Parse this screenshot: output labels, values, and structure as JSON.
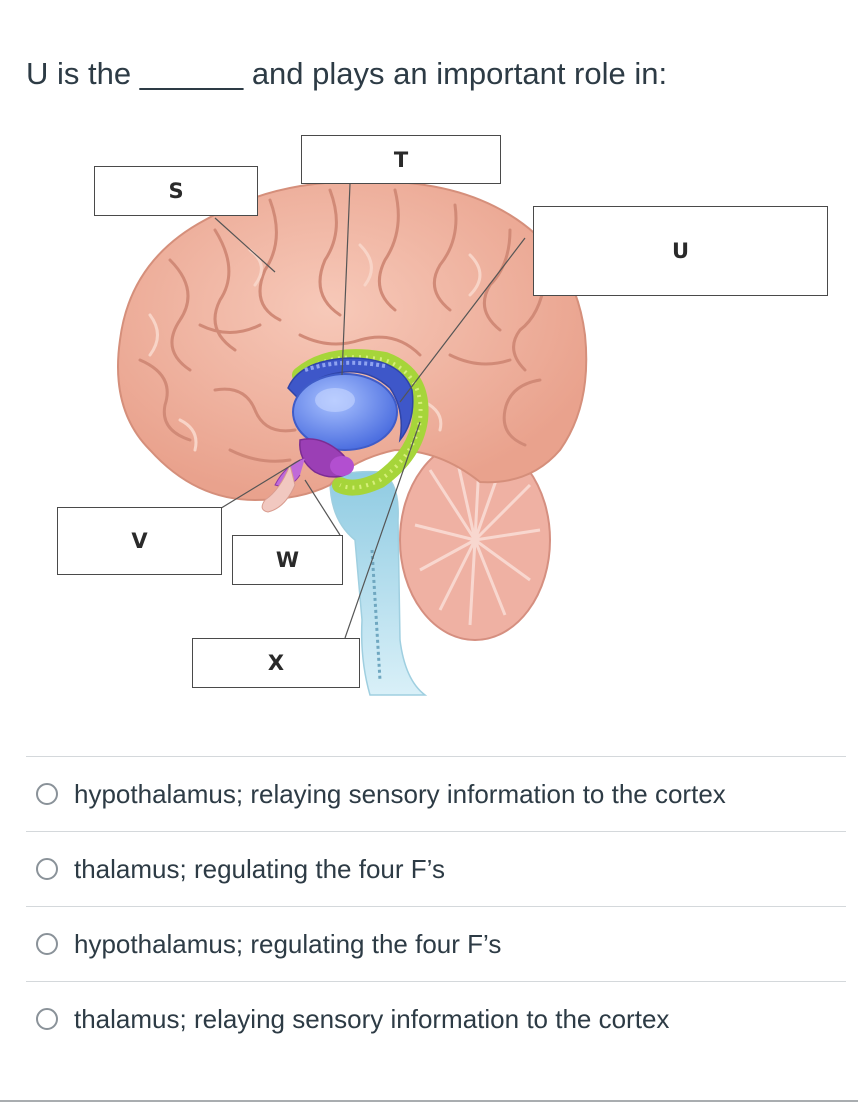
{
  "question": {
    "before": "U is the",
    "blank": "______",
    "after": "and plays an important role in:"
  },
  "diagram": {
    "labels": {
      "S": "S",
      "T": "T",
      "U": "U",
      "V": "V",
      "W": "W",
      "X": "X"
    },
    "colors": {
      "cortex": "#f2b6a3",
      "cortex_fold": "#d98c78",
      "corpus_callosum": "#4a63d9",
      "thalamus": "#6d8ff0",
      "limbic": "#a4d13a",
      "hypothalamus": "#9b3fb5",
      "brainstem": "#9fd4e6",
      "cerebellum": "#f0b3a6"
    }
  },
  "answers": [
    {
      "text": "hypothalamus; relaying sensory information to the cortex"
    },
    {
      "text": "thalamus; regulating the four F’s"
    },
    {
      "text": "hypothalamus; regulating the four F’s"
    },
    {
      "text": "thalamus; relaying sensory information to the cortex"
    }
  ]
}
